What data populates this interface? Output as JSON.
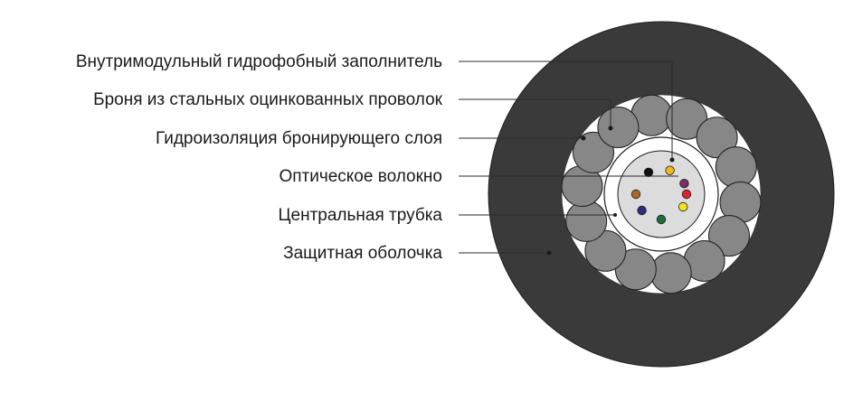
{
  "labels": {
    "filler": "Внутримодульный гидрофобный заполнитель",
    "armor": "Броня из стальных оцинкованных проволок",
    "waterproof": "Гидроизоляция бронирующего слоя",
    "fiber": "Оптическое волокно",
    "tube": "Центральная трубка",
    "sheath": "Защитная оболочка"
  },
  "colors": {
    "sheath": "#3a3a3a",
    "armor_wire": "#878787",
    "waterproof_layer": "#ffffff",
    "tube_wall": "#ffffff",
    "filler": "#dcdcdc",
    "outline": "#1e1e1e"
  },
  "fiber_colors": [
    "#f2b61e",
    "#7a2f68",
    "#d7252c",
    "#f3e221",
    "#1f6e3a",
    "#2d2e7f",
    "#a8682a",
    "#111111"
  ],
  "armor_wire_count": 14
}
